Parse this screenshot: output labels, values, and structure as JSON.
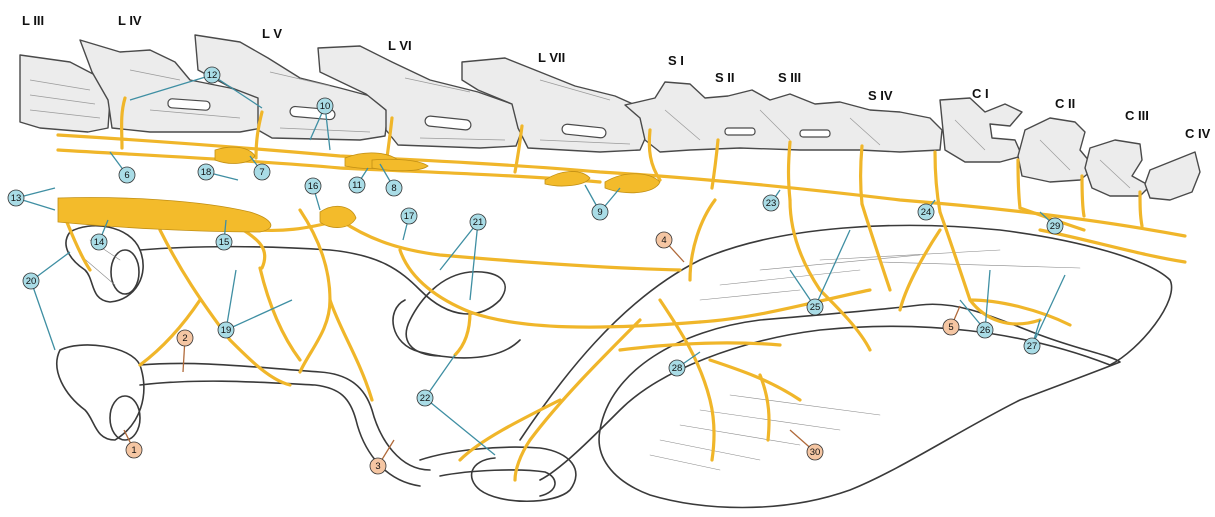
{
  "colors": {
    "nerve": "#f0b62a",
    "nerve_outline": "#9a6b10",
    "ganglion": "#f3bb2b",
    "bone_fill": "#ececec",
    "bone_line": "#4a4a4a",
    "organ_line": "#3a3a3a",
    "callout_blue": "#a9dce6",
    "callout_peach": "#f5c6a3",
    "leader_blue": "#3f8fa3",
    "leader_peach": "#b06a3a"
  },
  "vertebra_labels": [
    {
      "id": "l3",
      "text": "L III"
    },
    {
      "id": "l4",
      "text": "L IV"
    },
    {
      "id": "l5",
      "text": "L V"
    },
    {
      "id": "l6",
      "text": "L VI"
    },
    {
      "id": "l7",
      "text": "L VII"
    },
    {
      "id": "s1",
      "text": "S I"
    },
    {
      "id": "s2",
      "text": "S II"
    },
    {
      "id": "s3",
      "text": "S III"
    },
    {
      "id": "s4",
      "text": "S IV"
    },
    {
      "id": "c1",
      "text": "C I"
    },
    {
      "id": "c2",
      "text": "C II"
    },
    {
      "id": "c3",
      "text": "C III"
    },
    {
      "id": "c4",
      "text": "C IV"
    }
  ],
  "callouts": [
    {
      "num": "1",
      "style": "peach"
    },
    {
      "num": "2",
      "style": "peach"
    },
    {
      "num": "3",
      "style": "peach"
    },
    {
      "num": "4",
      "style": "peach"
    },
    {
      "num": "5",
      "style": "peach"
    },
    {
      "num": "6",
      "style": "blue"
    },
    {
      "num": "7",
      "style": "blue"
    },
    {
      "num": "8",
      "style": "blue"
    },
    {
      "num": "9",
      "style": "blue"
    },
    {
      "num": "10",
      "style": "blue"
    },
    {
      "num": "11",
      "style": "blue"
    },
    {
      "num": "12",
      "style": "blue"
    },
    {
      "num": "13",
      "style": "blue"
    },
    {
      "num": "14",
      "style": "blue"
    },
    {
      "num": "15",
      "style": "blue"
    },
    {
      "num": "16",
      "style": "blue"
    },
    {
      "num": "17",
      "style": "blue"
    },
    {
      "num": "18",
      "style": "blue"
    },
    {
      "num": "19",
      "style": "blue"
    },
    {
      "num": "20",
      "style": "blue"
    },
    {
      "num": "21",
      "style": "blue"
    },
    {
      "num": "22",
      "style": "blue"
    },
    {
      "num": "23",
      "style": "blue"
    },
    {
      "num": "24",
      "style": "blue"
    },
    {
      "num": "25",
      "style": "blue"
    },
    {
      "num": "26",
      "style": "blue"
    },
    {
      "num": "27",
      "style": "blue"
    },
    {
      "num": "28",
      "style": "blue"
    },
    {
      "num": "29",
      "style": "blue"
    },
    {
      "num": "30",
      "style": "peach"
    }
  ]
}
